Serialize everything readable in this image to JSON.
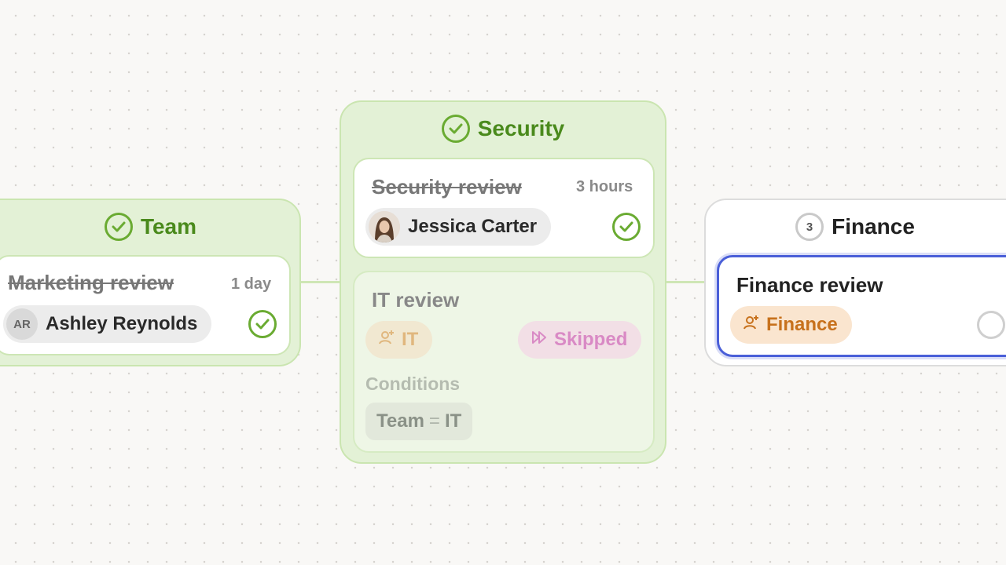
{
  "groups": {
    "team": {
      "title": "Team",
      "card": {
        "title": "Marketing review",
        "duration": "1 day",
        "assignee": {
          "initials": "AR",
          "name": "Ashley Reynolds"
        }
      }
    },
    "security": {
      "title": "Security",
      "cards": [
        {
          "title": "Security review",
          "duration": "3 hours",
          "assignee": {
            "name": "Jessica Carter"
          }
        },
        {
          "title": "IT review",
          "team_label": "IT",
          "status_label": "Skipped",
          "conditions_label": "Conditions",
          "condition": {
            "left": "Team",
            "operator": "=",
            "right": "IT"
          }
        }
      ]
    },
    "finance": {
      "step": "3",
      "title": "Finance",
      "card": {
        "title": "Finance review",
        "team_label": "Finance"
      }
    }
  },
  "colors": {
    "done_green": "#6aab32",
    "done_text": "#4a8a1c",
    "selected_border": "#4a5fd8",
    "finance_orange": "#c7711c",
    "skipped_pink": "#d98ac5"
  }
}
